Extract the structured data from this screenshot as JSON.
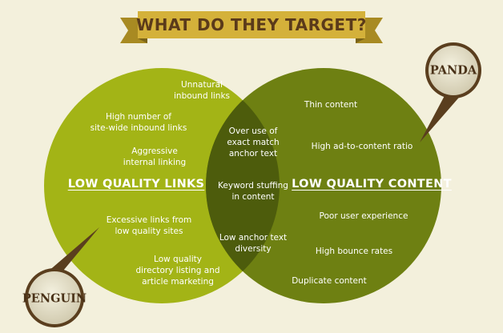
{
  "title": "WHAT DO THEY TARGET?",
  "panda": {
    "name": "PANDA",
    "heading": "LOW QUALITY CONTENT",
    "items": [
      "Thin content",
      "High ad-to-content ratio",
      "Poor user experience",
      "High bounce rates",
      "Duplicate content"
    ]
  },
  "penguin": {
    "name": "PENGUIN",
    "heading": "LOW QUALITY LINKS",
    "items": [
      "Unnatural\ninbound links",
      "High number of\nsite-wide inbound links",
      "Aggressive\ninternal linking",
      "Excessive links from\nlow quality sites",
      "Low quality\ndirectory listing and\narticle marketing"
    ]
  },
  "overlap": {
    "items": [
      "Over use of\nexact match\nanchor text",
      "Keyword stuffing\nin content",
      "Low anchor text\ndiversity"
    ]
  },
  "colors": {
    "background": "#f3f0dc",
    "left_circle": "#a3b416",
    "right_circle": "#6e8012",
    "overlap": "#4d5c0c",
    "banner": "#d4b13a",
    "bubble": "#e4dfc6"
  }
}
